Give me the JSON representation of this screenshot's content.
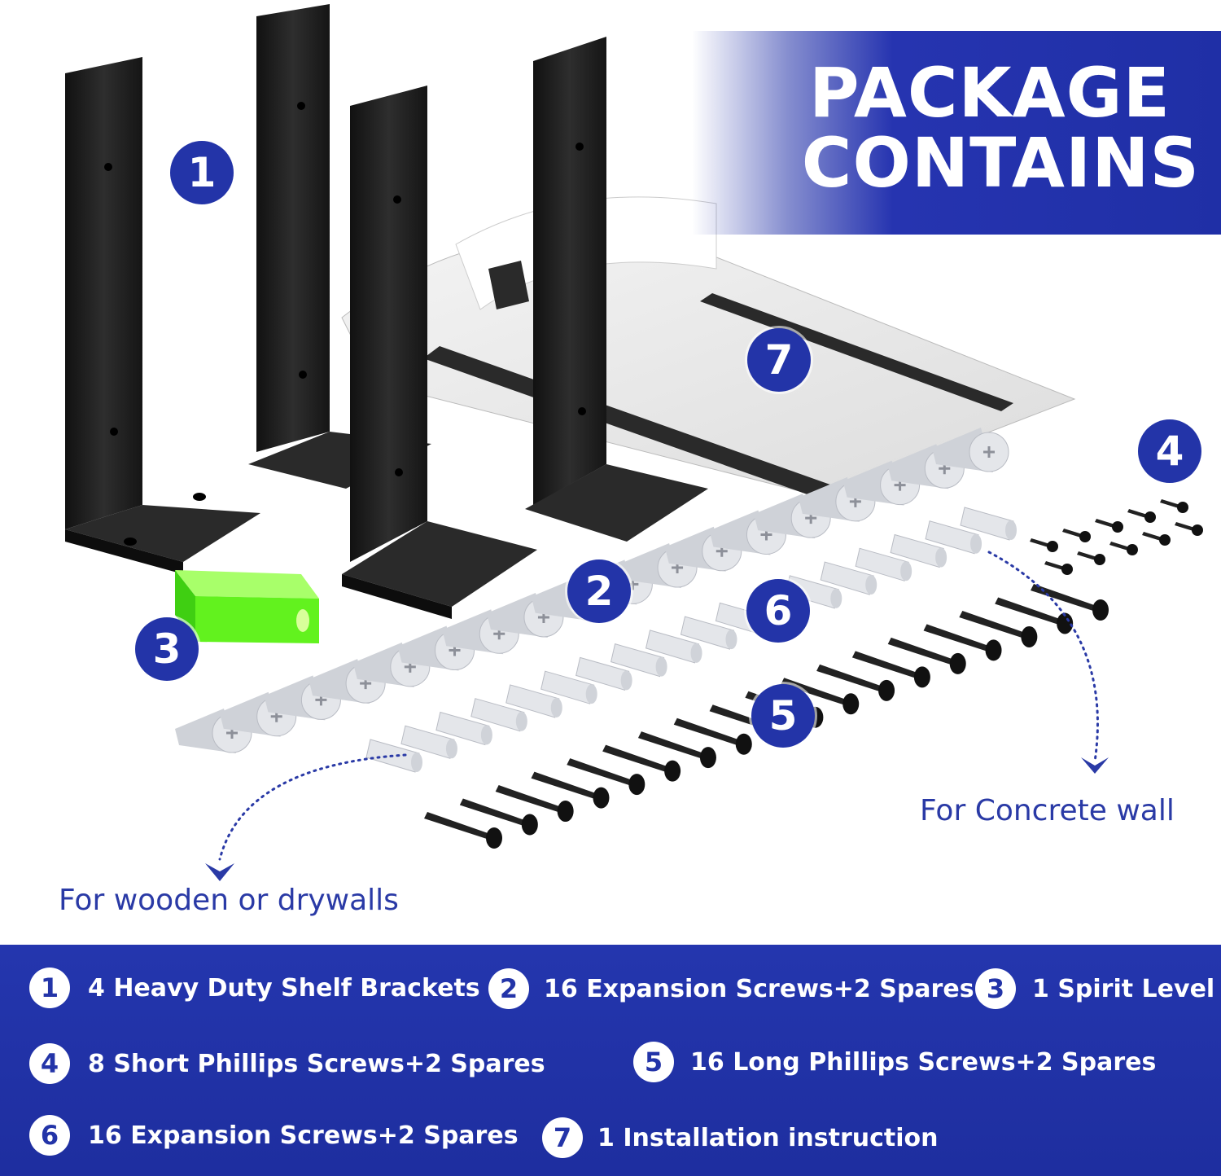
{
  "header": {
    "line1": "PACKAGE",
    "line2": "CONTAINS"
  },
  "markers": [
    "1",
    "2",
    "3",
    "4",
    "5",
    "6",
    "7"
  ],
  "captions": {
    "concrete": "For Concrete wall",
    "wooden": "For wooden or drywalls"
  },
  "items": [
    {
      "num": "1",
      "text": "4 Heavy Duty Shelf Brackets"
    },
    {
      "num": "2",
      "text": "16 Expansion Screws+2 Spares"
    },
    {
      "num": "3",
      "text": "1 Spirit Level"
    },
    {
      "num": "4",
      "text": "8 Short Phillips Screws+2 Spares"
    },
    {
      "num": "5",
      "text": "16 Long Phillips Screws+2 Spares"
    },
    {
      "num": "6",
      "text": "16 Expansion Screws+2 Spares"
    },
    {
      "num": "7",
      "text": "1 Installation instruction"
    }
  ],
  "colors": {
    "accent": "#2334a8",
    "bracket": "#1e1e1e",
    "level": "#6dff2e",
    "anchor": "#e4e6ea",
    "screw": "#222222"
  },
  "icons": {
    "brackets": "l-bracket-icon",
    "anchors": "wall-anchor-icon",
    "screws": "screw-icon",
    "level": "spirit-level-icon",
    "manual": "instruction-sheet-icon"
  }
}
